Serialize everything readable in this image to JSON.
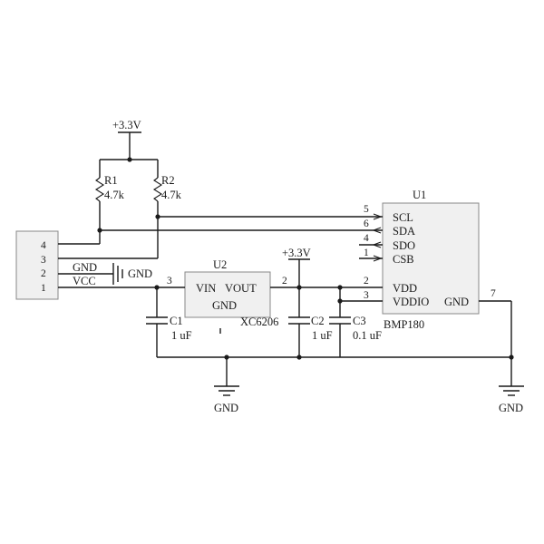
{
  "connector": {
    "pins": [
      "4",
      "3",
      "2",
      "1"
    ],
    "signals": [
      "GND",
      "VCC"
    ],
    "ground_label": "GND"
  },
  "power": {
    "top_label": "+3.3V",
    "mid_label": "+3.3V"
  },
  "resistors": [
    {
      "ref": "R1",
      "value": "4.7k"
    },
    {
      "ref": "R2",
      "value": "4.7k"
    }
  ],
  "regulator": {
    "ref": "U2",
    "part": "XC6206",
    "pin_vin": "VIN",
    "pin_vout": "VOUT",
    "pin_gnd": "GND",
    "pin_in_num": "3",
    "pin_out_num": "2"
  },
  "capacitors": [
    {
      "ref": "C1",
      "value": "1 uF"
    },
    {
      "ref": "C2",
      "value": "1 uF"
    },
    {
      "ref": "C3",
      "value": "0.1 uF"
    }
  ],
  "sensor": {
    "ref": "U1",
    "part": "BMP180",
    "pins": [
      {
        "num": "5",
        "name": "SCL"
      },
      {
        "num": "6",
        "name": "SDA"
      },
      {
        "num": "4",
        "name": "SDO"
      },
      {
        "num": "1",
        "name": "CSB"
      },
      {
        "num": "2",
        "name": "VDD"
      },
      {
        "num": "3",
        "name": "VDDIO"
      }
    ],
    "gnd_name": "GND",
    "gnd_num": "7"
  },
  "grounds": {
    "left": "GND",
    "right": "GND"
  }
}
